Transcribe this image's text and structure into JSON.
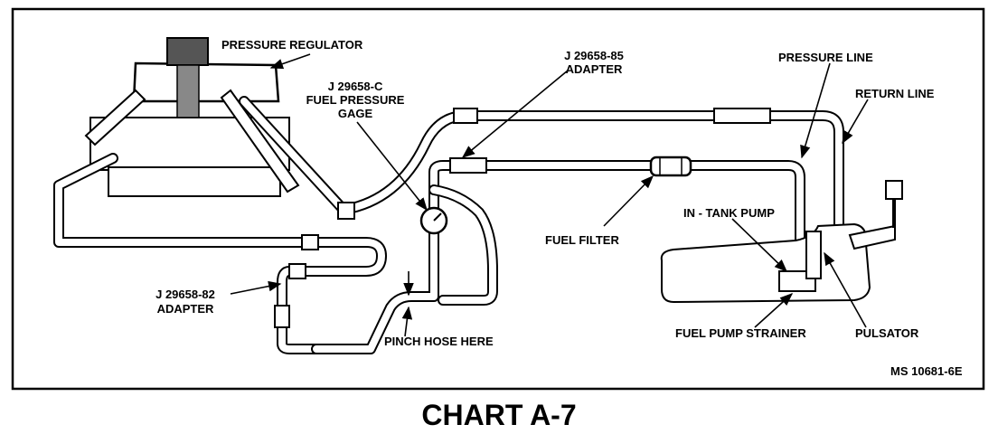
{
  "labels": {
    "pressure_regulator": "PRESSURE REGULATOR",
    "gage_line1": "J 29658-C",
    "gage_line2": "FUEL PRESSURE",
    "gage_line3": "GAGE",
    "adapter85_line1": "J 29658-85",
    "adapter85_line2": "ADAPTER",
    "pressure_line": "PRESSURE LINE",
    "return_line": "RETURN LINE",
    "in_tank_pump": "IN - TANK PUMP",
    "fuel_filter": "FUEL FILTER",
    "adapter82_line1": "J 29658-82",
    "adapter82_line2": "ADAPTER",
    "pinch_hose": "PINCH HOSE HERE",
    "fuel_pump_strainer": "FUEL PUMP STRAINER",
    "pulsator": "PULSATOR",
    "figure_code": "MS 10681-6E"
  },
  "caption": "CHART A-7"
}
